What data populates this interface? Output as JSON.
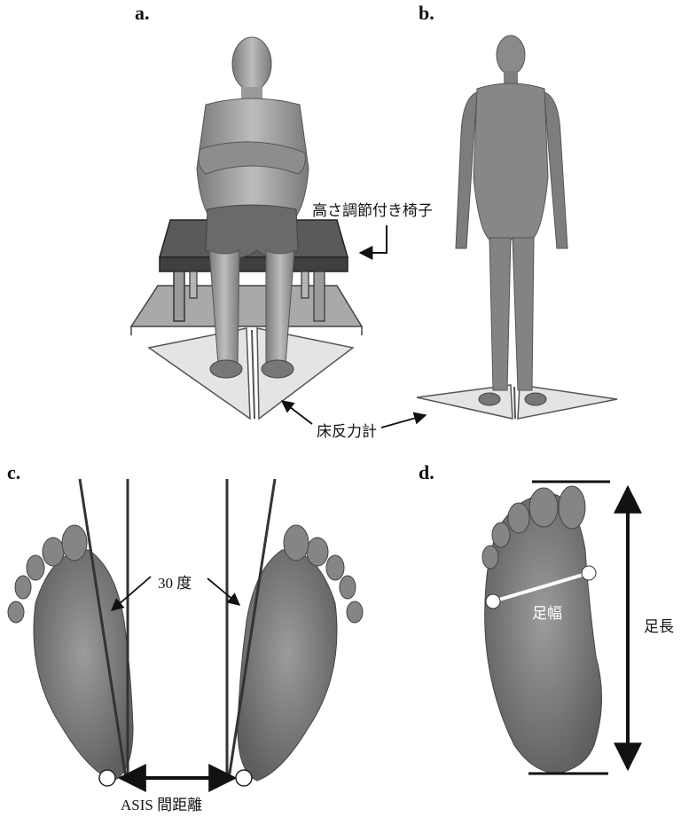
{
  "panels": {
    "a": {
      "label": "a.",
      "callout_chair": "高さ調節付き椅子"
    },
    "b": {
      "label": "b."
    },
    "c": {
      "label": "c.",
      "callout_angle": "30 度",
      "callout_distance": "ASIS 間距離"
    },
    "d": {
      "label": "d.",
      "callout_width": "足幅",
      "callout_length": "足長"
    }
  },
  "shared": {
    "callout_force_plate": "床反力計"
  },
  "colors": {
    "skin": "#a8a8a8",
    "skin_dark": "#6f6f6f",
    "plate": "#e4e4e4",
    "chair_top": "#5a5a5a",
    "chair_legs": "#9a9a9a",
    "floor": "#a9a9a9",
    "line": "#111111"
  }
}
